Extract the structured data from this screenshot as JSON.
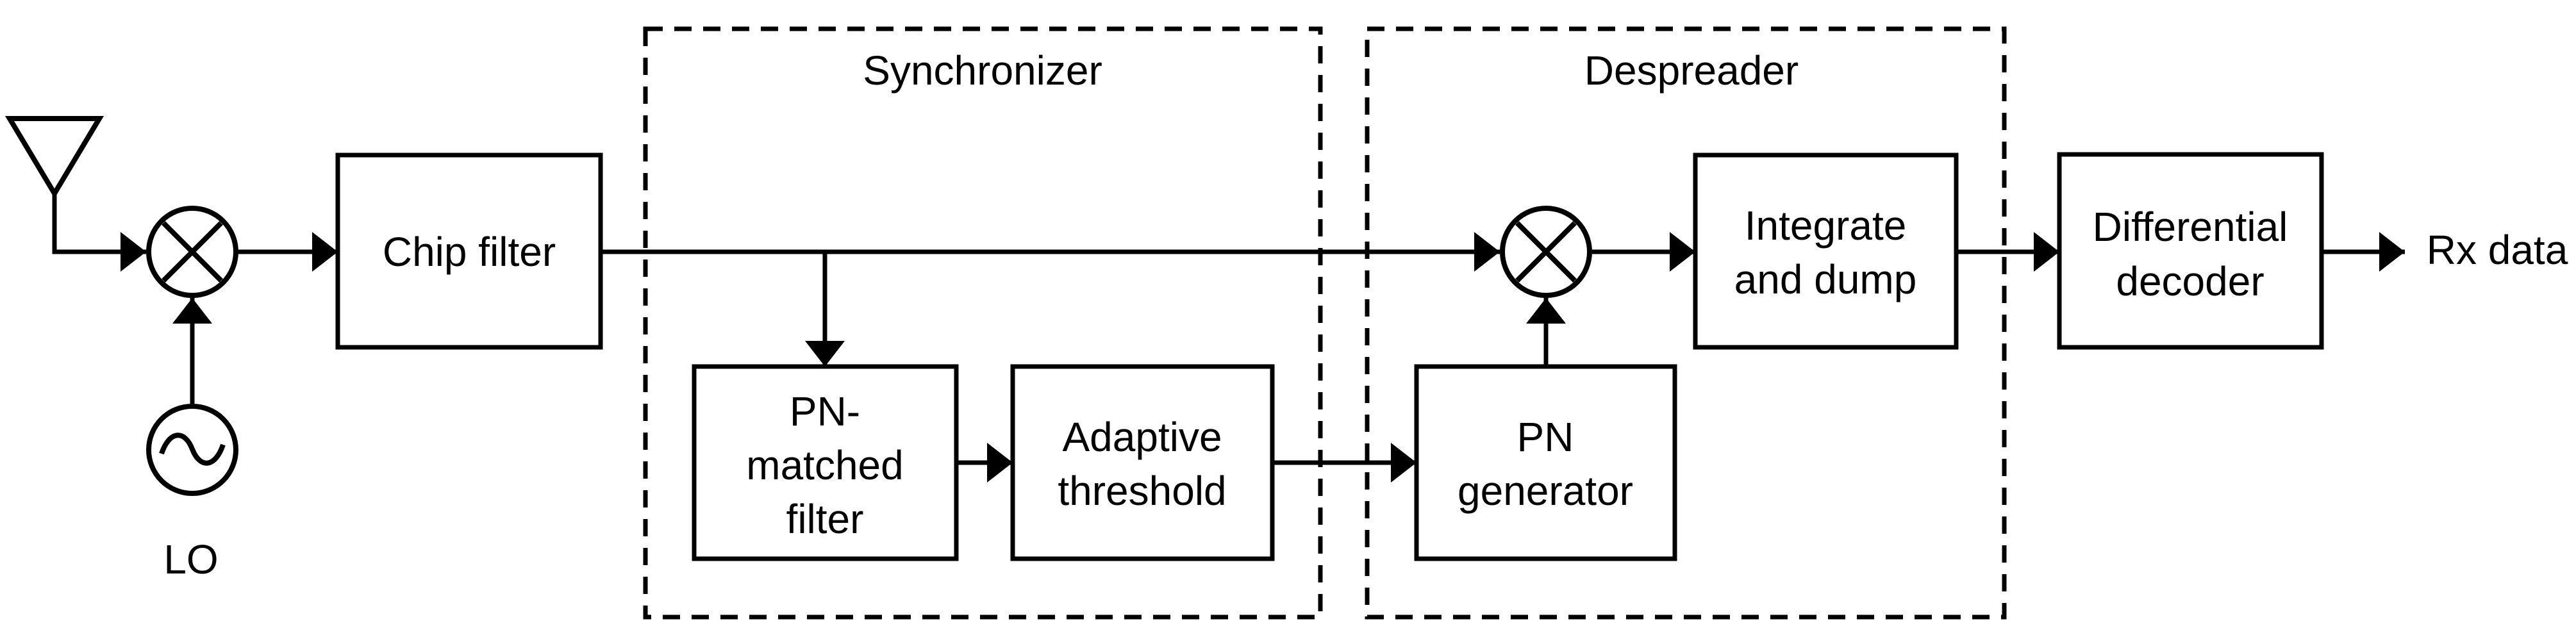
{
  "colors": {
    "ink": "#000000",
    "background": "#ffffff"
  },
  "groups": {
    "synchronizer": {
      "label": "Synchronizer"
    },
    "despreader": {
      "label": "Despreader"
    }
  },
  "blocks": {
    "chip_filter": {
      "line1": "Chip filter"
    },
    "pn_matched_filter": {
      "line1": "PN-",
      "line2": "matched",
      "line3": "filter"
    },
    "adaptive_threshold": {
      "line1": "Adaptive",
      "line2": "threshold"
    },
    "pn_generator": {
      "line1": "PN",
      "line2": "generator"
    },
    "integrate_and_dump": {
      "line1": "Integrate",
      "line2": "and dump"
    },
    "differential_decoder": {
      "line1": "Differential",
      "line2": "decoder"
    }
  },
  "labels": {
    "lo": "LO",
    "rx_data": "Rx data"
  },
  "icons": {
    "antenna": "antenna-icon",
    "rf_mixer": "multiplier-circle-x-icon",
    "despread_mixer": "multiplier-circle-x-icon",
    "local_oscillator": "sine-source-circle-icon"
  }
}
